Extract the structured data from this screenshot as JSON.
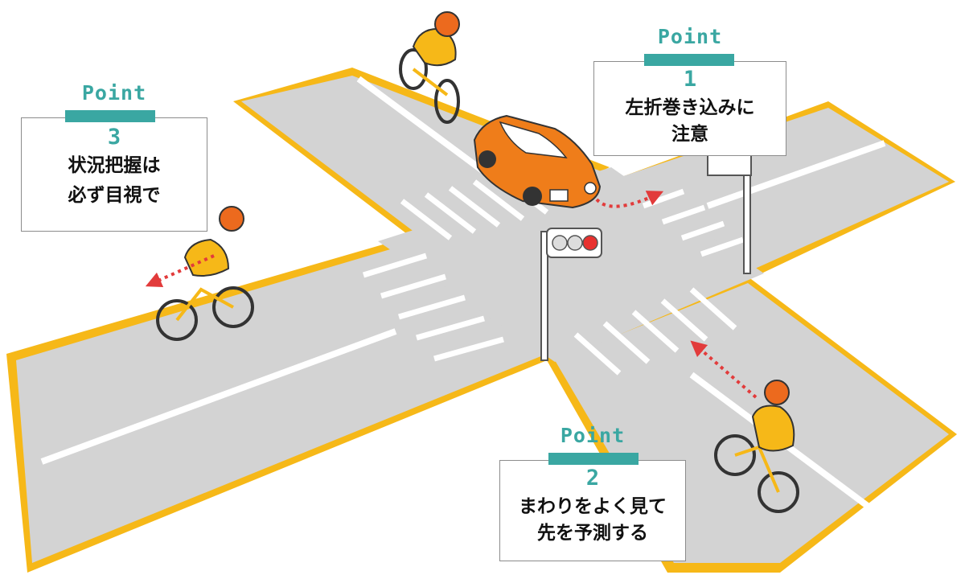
{
  "colors": {
    "road": "#d3d3d3",
    "curb": "#f6b818",
    "background": "#ffffff",
    "teal_accent": "#3aa7a2",
    "car": "#ef7d1a",
    "jersey": "#f6b818",
    "helmet": "#ec6a1e",
    "arrow": "#e23b3b",
    "signal_red": "#e8312f"
  },
  "callouts": [
    {
      "point_label": "Point",
      "number": "1",
      "text": [
        "左折巻き込みに",
        "注意"
      ]
    },
    {
      "point_label": "Point",
      "number": "2",
      "text": [
        "まわりをよく見て",
        "先を予測する"
      ]
    },
    {
      "point_label": "Point",
      "number": "3",
      "text": [
        "状況把握は",
        "必ず目視で"
      ]
    }
  ],
  "icons": {
    "traffic_signal": "traffic-signal-icon",
    "car": "car-icon",
    "cyclist": "cyclist-icon",
    "direction_arrow": "dotted-arrow-icon"
  }
}
